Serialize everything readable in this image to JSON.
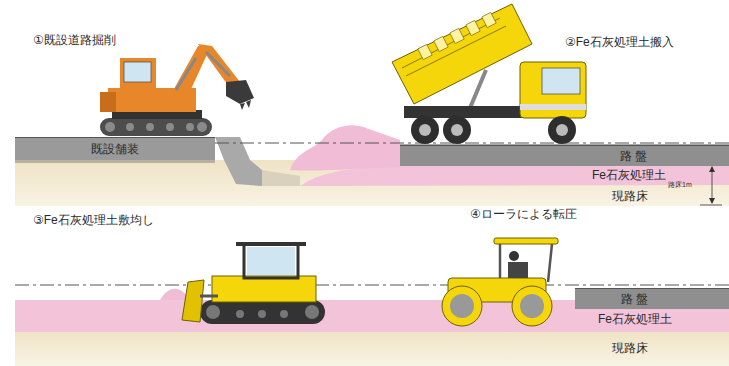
{
  "diagram": {
    "nodes": [
      {
        "text": [
          "既設舗装"
        ]
      },
      {
        "text": [
          "路 盤"
        ]
      },
      {
        "text": [
          "路 盤"
        ]
      }
    ],
    "labels": [
      "①既設道路掘削",
      "②Fe石灰処理土搬入",
      "Fe石灰処理土",
      "現路床",
      "路床1m",
      "③Fe石灰処理土敷均し",
      "④ローラによる転圧",
      "Fe石灰処理土",
      "現路床"
    ]
  }
}
